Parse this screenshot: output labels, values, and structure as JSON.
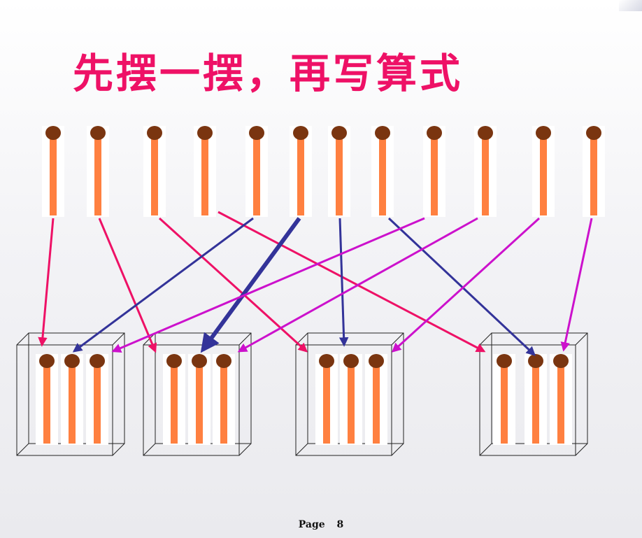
{
  "slide": {
    "title": "先摆一摆，再写算式",
    "page_label": "Page",
    "page_number": "8"
  },
  "colors": {
    "title": "#ee1166",
    "stick": "#ff8040",
    "head": "#7a3510",
    "arrow_red": "#ee1166",
    "arrow_blue": "#333399",
    "arrow_purple": "#cc11cc",
    "box_line": "#222222"
  },
  "diagram": {
    "loose_sticks": 12,
    "boxes": [
      {
        "sticks": 3
      },
      {
        "sticks": 3
      },
      {
        "sticks": 3
      },
      {
        "sticks": 3
      }
    ],
    "arrows": [
      {
        "from_stick": 1,
        "to_box": 1,
        "color": "red"
      },
      {
        "from_stick": 2,
        "to_box": 2,
        "color": "red"
      },
      {
        "from_stick": 3,
        "to_box": 3,
        "color": "red"
      },
      {
        "from_stick": 4,
        "to_box": 4,
        "color": "red"
      },
      {
        "from_stick": 5,
        "to_box": 1,
        "color": "blue"
      },
      {
        "from_stick": 6,
        "to_box": 2,
        "color": "blue",
        "bold": true
      },
      {
        "from_stick": 7,
        "to_box": 3,
        "color": "blue"
      },
      {
        "from_stick": 8,
        "to_box": 4,
        "color": "blue"
      },
      {
        "from_stick": 9,
        "to_box": 1,
        "color": "purple"
      },
      {
        "from_stick": 10,
        "to_box": 2,
        "color": "purple"
      },
      {
        "from_stick": 11,
        "to_box": 3,
        "color": "purple"
      },
      {
        "from_stick": 12,
        "to_box": 4,
        "color": "purple"
      }
    ]
  }
}
